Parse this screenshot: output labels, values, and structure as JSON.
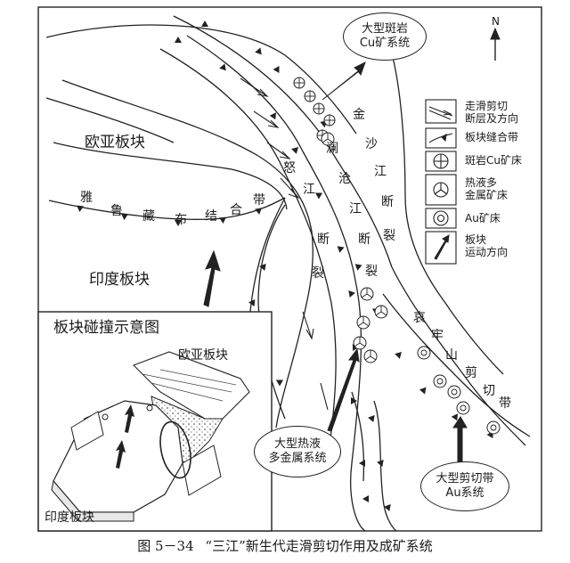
{
  "compass": {
    "north": "N"
  },
  "plates": {
    "eurasia": "欧亚板块",
    "india": "印度板块"
  },
  "sutures": {
    "yarlung": [
      "雅",
      "鲁",
      "藏",
      "布",
      "结",
      "合",
      "带"
    ]
  },
  "faults": {
    "jinsha": [
      "金",
      "沙",
      "江",
      "断",
      "裂"
    ],
    "lancang": [
      "澜",
      "沧",
      "江",
      "断",
      "裂"
    ],
    "nujiang": [
      "怒",
      "江",
      "断",
      "裂"
    ],
    "ailaoshan": [
      "哀",
      "牢",
      "山",
      "剪",
      "切",
      "带"
    ]
  },
  "callouts": {
    "porphyry": [
      "大型斑岩",
      "Cu矿系统"
    ],
    "hydrothermal": [
      "大型热液",
      "多金属系统"
    ],
    "shear": [
      "大型剪切带",
      "Au系统"
    ]
  },
  "legend": [
    {
      "icon": "strike-slip-shear-icon",
      "lines": [
        "走滑剪切",
        "断层及方向"
      ]
    },
    {
      "icon": "suture-zone-icon",
      "lines": [
        "板块缝合带"
      ]
    },
    {
      "icon": "porphyry-cu-deposit-icon",
      "lines": [
        "斑岩Cu矿床"
      ]
    },
    {
      "icon": "hydrothermal-deposit-icon",
      "lines": [
        "热液多",
        "金属矿床"
      ]
    },
    {
      "icon": "au-deposit-icon",
      "lines": [
        "Au矿床"
      ]
    },
    {
      "icon": "plate-motion-icon",
      "lines": [
        "板块",
        "运动方向"
      ]
    }
  ],
  "inset": {
    "title": "板块碰撞示意图",
    "eurasia": "欧亚板块",
    "india": "印度板块"
  },
  "caption": {
    "number": "图 5－34",
    "text": "“三江”新生代走滑剪切作用及成矿系统"
  }
}
